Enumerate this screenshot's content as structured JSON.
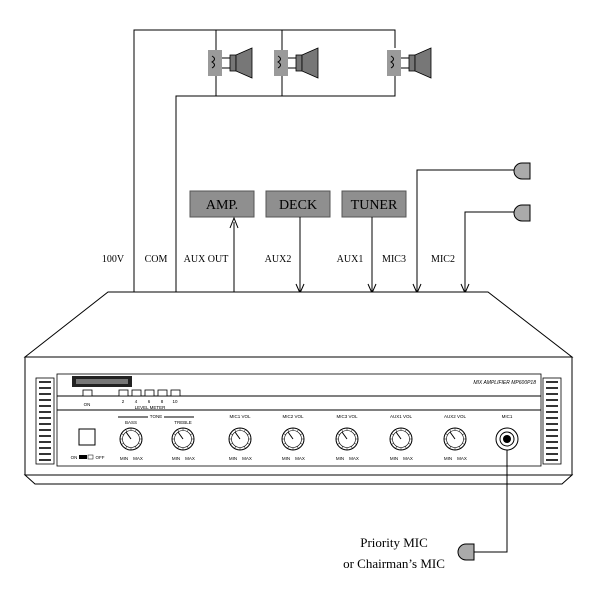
{
  "devices": {
    "amp": "AMP.",
    "deck": "DECK",
    "tuner": "TUNER"
  },
  "signals": {
    "v100": "100V",
    "com": "COM",
    "aux_out": "AUX OUT",
    "aux2": "AUX2",
    "aux1": "AUX1",
    "mic3": "MIC3",
    "mic2": "MIC2"
  },
  "amplifier": {
    "model": "MIX AMPLIFIER  MP600P18",
    "on_label": "ON",
    "level_meter": "LEVEL METER",
    "level_ticks": [
      "2",
      "4",
      "6",
      "8",
      "10"
    ],
    "tone": "TONE",
    "bass": "BASS",
    "treble": "TREBLE",
    "mic1_vol": "MIC1 VOL",
    "mic2_vol": "MIC2 VOL",
    "mic3_vol": "MIC3 VOL",
    "aux1_vol": "AUX1 VOL",
    "aux2_vol": "AUX2 VOL",
    "mic1": "MIC1",
    "on_off": "ON",
    "off": "OFF",
    "min": "MIN",
    "max": "MAX"
  },
  "caption": {
    "line1": "Priority MIC",
    "line2": "or Chairman’s MIC"
  }
}
